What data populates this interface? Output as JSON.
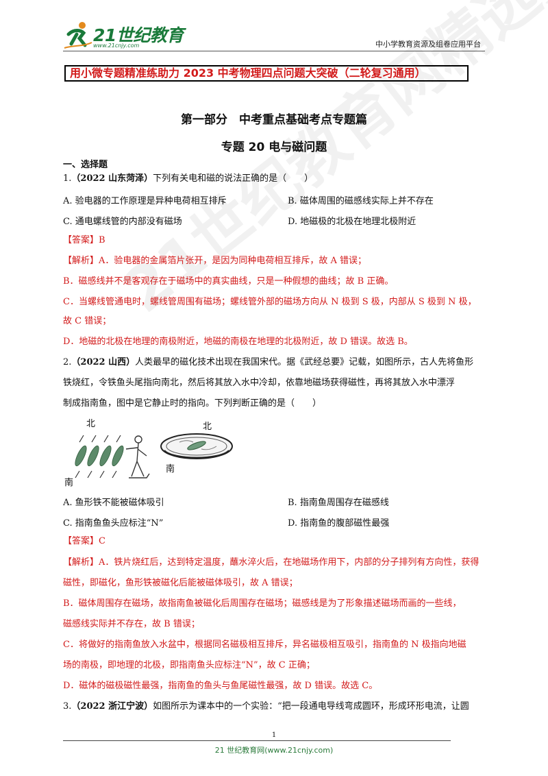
{
  "header": {
    "logo_text": "21世纪教育",
    "logo_url": "www.21cnjy.com",
    "platform": "中小学教育资源及组卷应用平台"
  },
  "banner": "用小微专题精准练助力 2023 中考物理四点问题大突破（二轮复习通用）",
  "part_title": "第一部分　中考重点基础考点专题篇",
  "topic_title": "专题 20  电与磁问题",
  "section": "一、选择题",
  "q1": {
    "num": "1.",
    "source": "（2022 山东菏泽）",
    "stem": "下列有关电和磁的说法正确的是（　　）",
    "optA": "A.  验电器的工作原理是异种电荷相互排斥",
    "optB": "B.  磁体周围的磁感线实际上并不存在",
    "optC": "C.  通电螺线管的内部没有磁场",
    "optD": "D.  地磁极的北极在地理北极附近",
    "answer": "【答案】B",
    "exp1": "【解析】A．验电器的金属箔片张开，是因为同种电荷相互排斥，故 A 错误；",
    "exp2": "B．磁感线并不是客观存在于磁场中的真实曲线，只是一种假想的曲线；故 B 正确。",
    "exp3": "C．当螺线管通电时，螺线管周围有磁场；螺线管外部的磁场方向从 N 极到 S 极，内部从 S 极到 N 极，",
    "exp4": "故 C 错误；",
    "exp5": "D．地磁的北极在地理的南极附近，地磁的南极在地理的北极附近，故 D 错误。故选 B。"
  },
  "q2": {
    "num": "2.",
    "source": "（2022 山西）",
    "stem1": "人类最早的磁化技术出现在我国宋代。据《武经总要》记载，如图所示，古人先将鱼形",
    "stem2": "铁烧红，令铁鱼头尾指向南北，然后将其放入水中冷却，依靠地磁场获得磁性，再将其放入水中漂浮",
    "stem3": "制成指南鱼，图中是它静止时的指向。下列判断正确的是（　　）",
    "fig_north_left": "北",
    "fig_south_left": "南",
    "fig_north_right": "北",
    "fig_south_right": "南",
    "optA": "A.  鱼形铁不能被磁体吸引",
    "optB": "B.  指南鱼周围存在磁感线",
    "optC": "C.  指南鱼鱼头应标注“N”",
    "optD": "D.  指南鱼的腹部磁性最强",
    "answer": "【答案】C",
    "exp1": "【解析】A．铁片烧红后，达到特定温度，蘸水淬火后，在地磁场作用下，内部的分子排列有方向性，获得",
    "exp2": "磁性，即磁化，鱼形铁被磁化后能被磁体吸引，故 A 错误；",
    "exp3": "B．磁体周围存在磁场，故指南鱼被磁化后周围存在磁场；磁感线是为了形象描述磁场而画的一些线，",
    "exp4": "磁感线实际并不存在，故 B 错误；",
    "exp5": "C．将做好的指南鱼放入水盆中，根据同名磁极相互排斥，异名磁极相互吸引，指南鱼的 N 极指向地磁",
    "exp6": "场的南极，即地理的北极，即指南鱼头应标注“N”，故 C 正确；",
    "exp7": "D．磁体的磁极磁性最强，指南鱼的鱼头与鱼尾磁性最强，故 D 错误。故选 C。"
  },
  "q3": {
    "num": "3.",
    "source": "（2022 浙江宁波）",
    "stem": "如图所示为课本中的一个实验：“把一段通电导线弯成圆环，形成环形电流，让圆"
  },
  "footer": {
    "page": "1",
    "site": "21 世纪教育网(www.21cnjy.com)"
  },
  "watermark": "21世纪教育网精选资料"
}
